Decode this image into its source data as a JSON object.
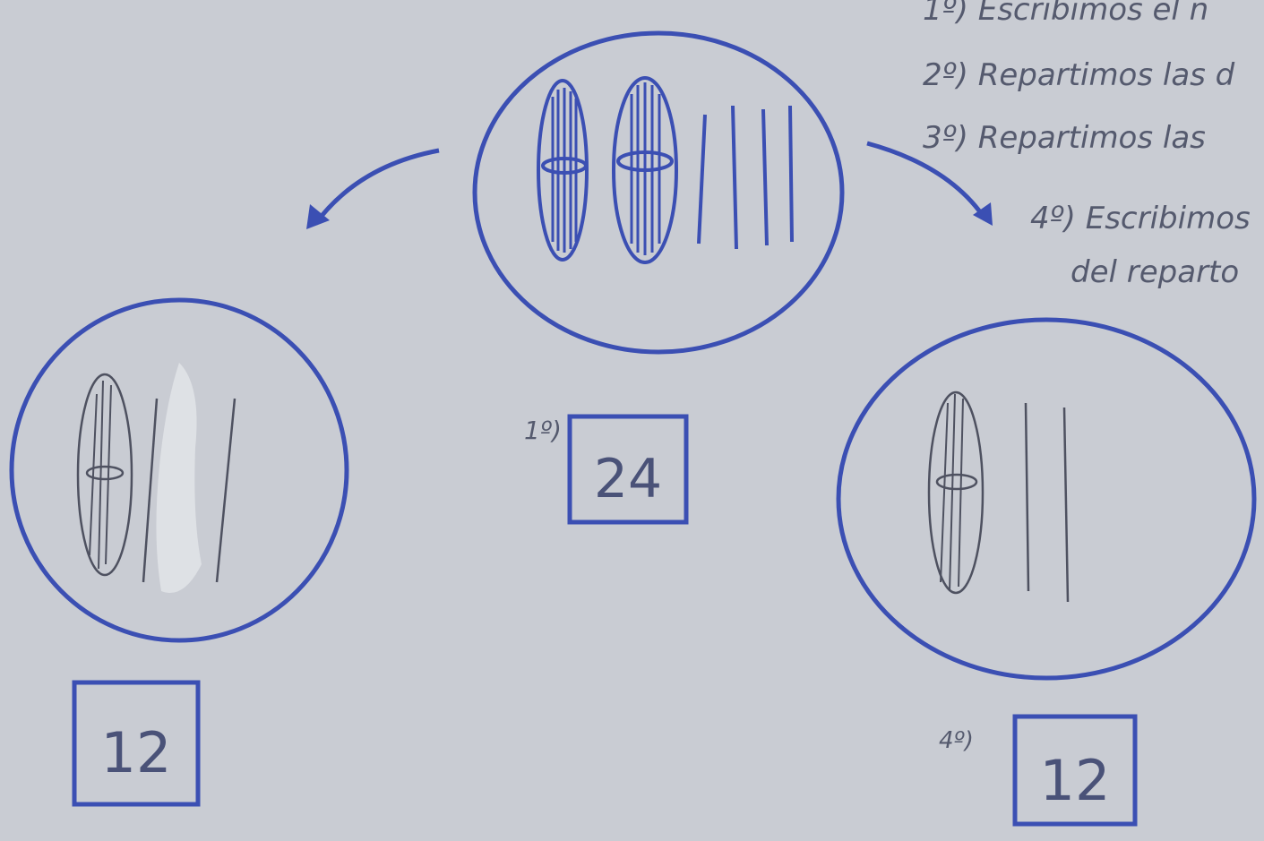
{
  "steps": [
    "1º) Escribimos el n",
    "2º) Repartimos las d",
    "3º) Repartimos las",
    "4º) Escribimos",
    "del reparto"
  ],
  "boxes": {
    "total": "24",
    "left": "12",
    "right": "12"
  },
  "box_labels": {
    "total": "1º)",
    "right": "4º)"
  },
  "colors": {
    "ink_blue": "#3b4fb3",
    "pencil": "#4e5160",
    "paper": "#c9ccd3"
  }
}
